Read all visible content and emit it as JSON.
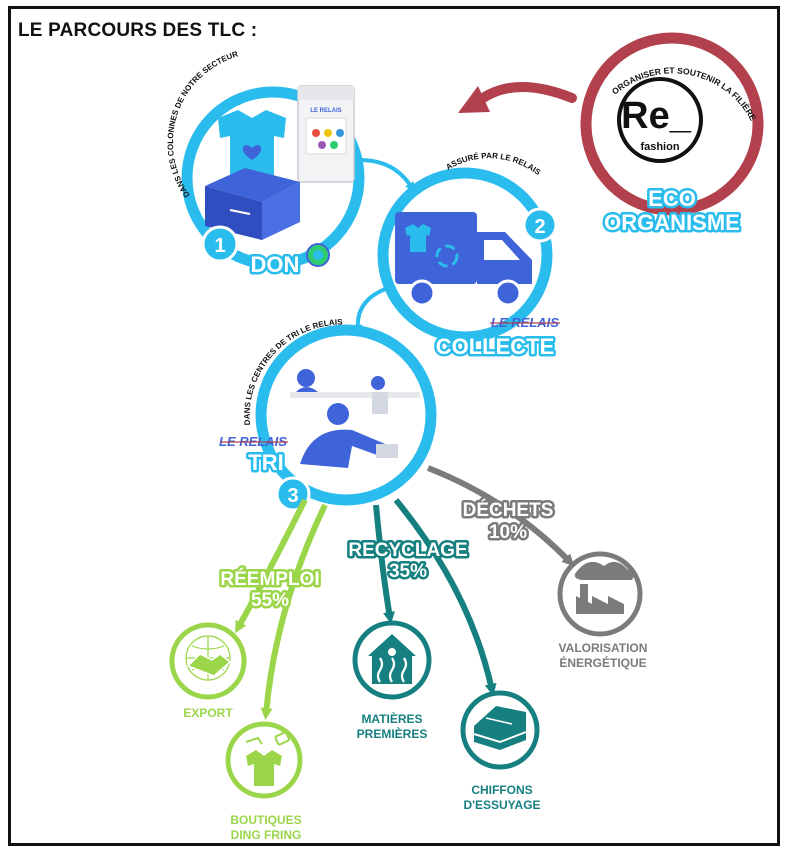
{
  "title": "LE PARCOURS DES TLC :",
  "colors": {
    "blue": "#2bbcee",
    "dark_blue": "#3f63d8",
    "eco_red": "#b2404d",
    "reuse_green": "#9bd64a",
    "recycle_teal": "#167f80",
    "waste_grey": "#7b7b7b"
  },
  "eco_organisme": {
    "curved_text": "ORGANISER ET SOUTENIR LA FILIÈRE",
    "logo_main": "Re_",
    "logo_sub": "fashion",
    "label_line1": "ECO",
    "label_line2": "ORGANISME",
    "icon": "refashion-logo"
  },
  "steps": [
    {
      "number": "1",
      "label": "DON",
      "curved_text": "DANS LES COLONNES DE NOTRE SECTEUR",
      "icon": "tshirt-in-box-icon"
    },
    {
      "number": "2",
      "label": "COLLECTE",
      "curved_text": "ASSURÉ PAR LE RELAIS",
      "icon": "delivery-truck-icon"
    },
    {
      "number": "3",
      "label": "TRI",
      "curved_text": "DANS LES CENTRES DE TRI LE RELAIS",
      "icon": "sorting-workers-icon"
    }
  ],
  "brand": {
    "le_relais": "LE RELAIS"
  },
  "branches": {
    "reuse": {
      "name": "RÉEMPLOI",
      "percent": "55%"
    },
    "recycle": {
      "name": "RECYCLAGE",
      "percent": "35%"
    },
    "waste": {
      "name": "DÉCHETS",
      "percent": "10%"
    }
  },
  "outcomes": [
    {
      "line1": "EXPORT",
      "line2": "",
      "icon": "handshake-icon",
      "branch": "reuse"
    },
    {
      "line1": "BOUTIQUES",
      "line2": "DING FRING",
      "icon": "tshirt-tag-icon",
      "branch": "reuse"
    },
    {
      "line1": "MATIÈRES",
      "line2": "PREMIÈRES",
      "icon": "heat-house-icon",
      "branch": "recycle"
    },
    {
      "line1": "CHIFFONS",
      "line2": "D'ESSUYAGE",
      "icon": "folded-cloth-icon",
      "branch": "recycle"
    },
    {
      "line1": "VALORISATION",
      "line2": "ÉNERGÉTIQUE",
      "icon": "factory-icon",
      "branch": "waste"
    }
  ]
}
